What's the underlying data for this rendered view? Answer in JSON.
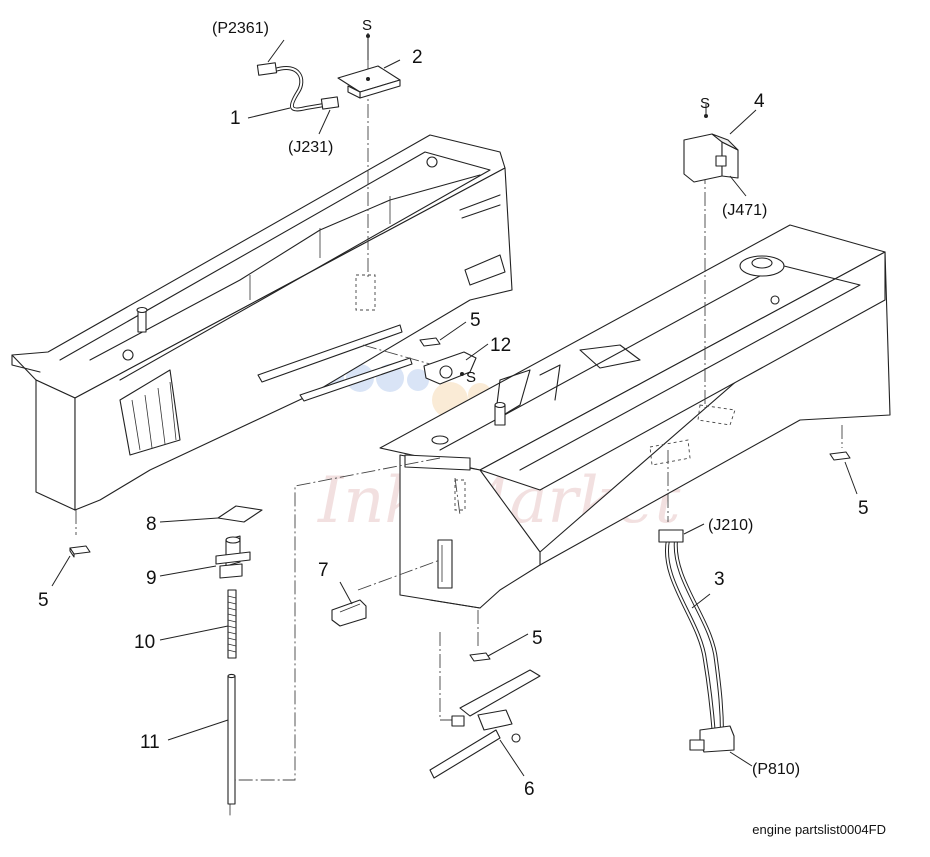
{
  "callouts": {
    "c1": "1",
    "c2": "2",
    "c3": "3",
    "c4": "4",
    "c5a": "5",
    "c5b": "5",
    "c5c": "5",
    "c5d": "5",
    "c6": "6",
    "c7": "7",
    "c8": "8",
    "c9": "9",
    "c10": "10",
    "c11": "11",
    "c12": "12"
  },
  "connectors": {
    "p2361": "(P2361)",
    "j231": "(J231)",
    "j471": "(J471)",
    "j210": "(J210)",
    "p810": "(P810)"
  },
  "screw_marks": {
    "s2": "S",
    "s4": "S",
    "s12": "S"
  },
  "watermark": {
    "text": "Ink-Market"
  },
  "caption": "engine partslist0004FD"
}
